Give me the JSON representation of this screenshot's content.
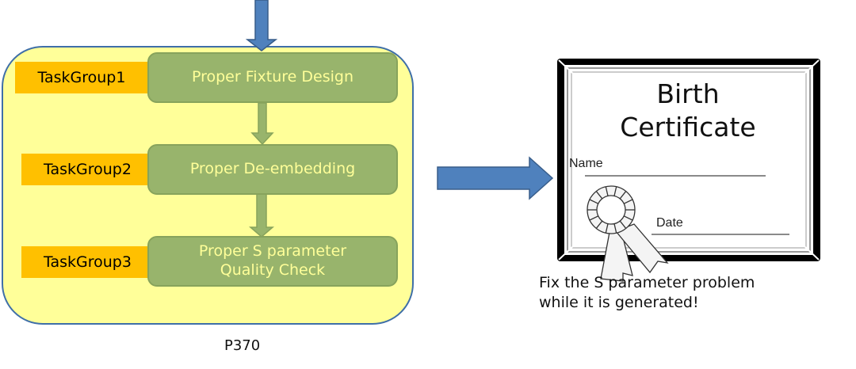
{
  "diagram": {
    "container_label": "P370",
    "task_groups": [
      {
        "label": "TaskGroup1",
        "step": "Proper Fixture Design"
      },
      {
        "label": "TaskGroup2",
        "step": "Proper De-embedding"
      },
      {
        "label": "TaskGroup3",
        "step_line1": "Proper S parameter",
        "step_line2": "Quality Check"
      }
    ],
    "certificate": {
      "title_line1": "Birth",
      "title_line2": "Certificate",
      "name_label": "Name",
      "date_label": "Date"
    },
    "caption_line1": "Fix the S parameter problem",
    "caption_line2": "while it is generated!",
    "colors": {
      "container_fill": "#ffff99",
      "container_border": "#3f6fa8",
      "task_group_fill": "#ffc000",
      "step_fill": "#98b46c",
      "step_text": "#ffff99",
      "arrow_blue": "#4f81bd"
    }
  }
}
